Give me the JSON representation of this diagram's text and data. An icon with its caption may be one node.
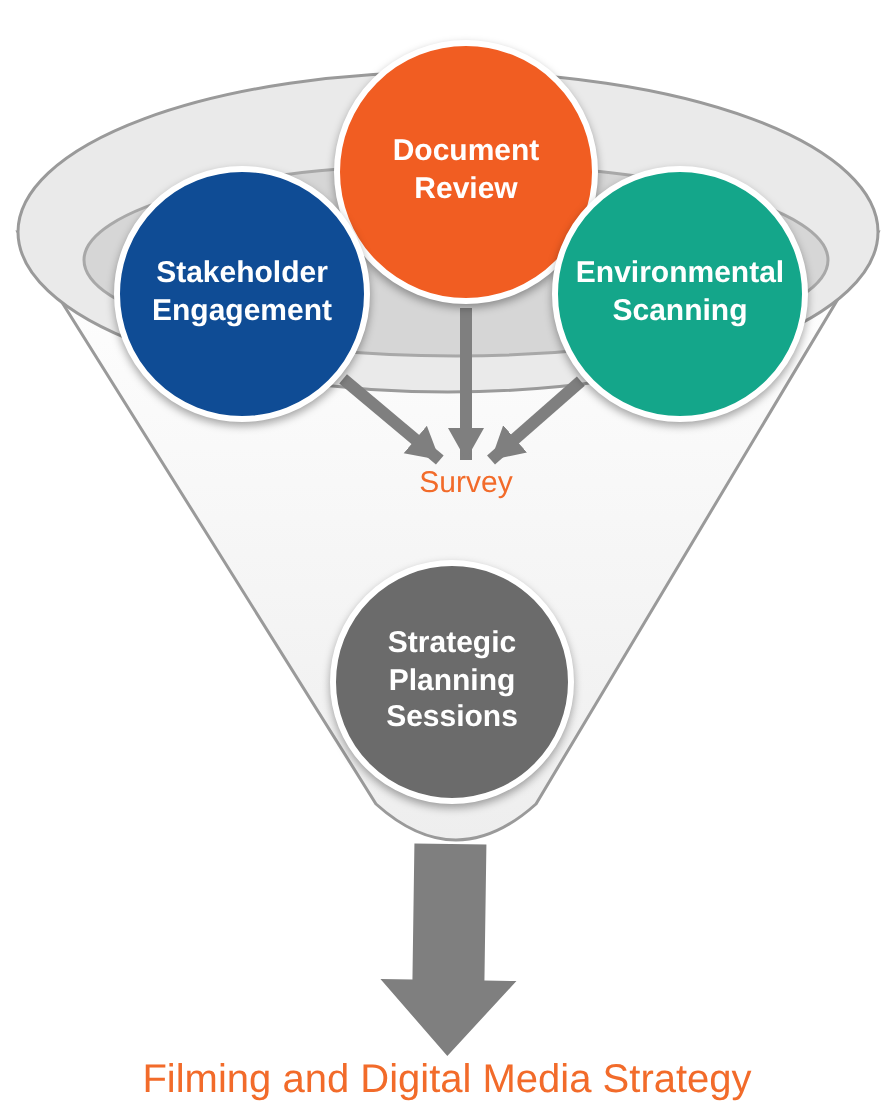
{
  "diagram": {
    "nodes": [
      {
        "text": [
          "Document Review"
        ]
      },
      {
        "text": [
          "Stakeholder Engagement"
        ]
      },
      {
        "text": [
          "Environmental Scanning"
        ]
      },
      {
        "text": [
          "Survey"
        ]
      },
      {
        "text": [
          "Strategic Planning Sessions"
        ]
      },
      {
        "text": [
          "Filming and Digital Media Strategy"
        ]
      }
    ],
    "edges": [
      {
        "from": 1,
        "to": 3,
        "arrow": "to"
      },
      {
        "from": 0,
        "to": 3,
        "arrow": "to"
      },
      {
        "from": 2,
        "to": 3,
        "arrow": "to"
      },
      {
        "from": 4,
        "to": 5,
        "arrow": "to",
        "style": "thick"
      }
    ]
  }
}
